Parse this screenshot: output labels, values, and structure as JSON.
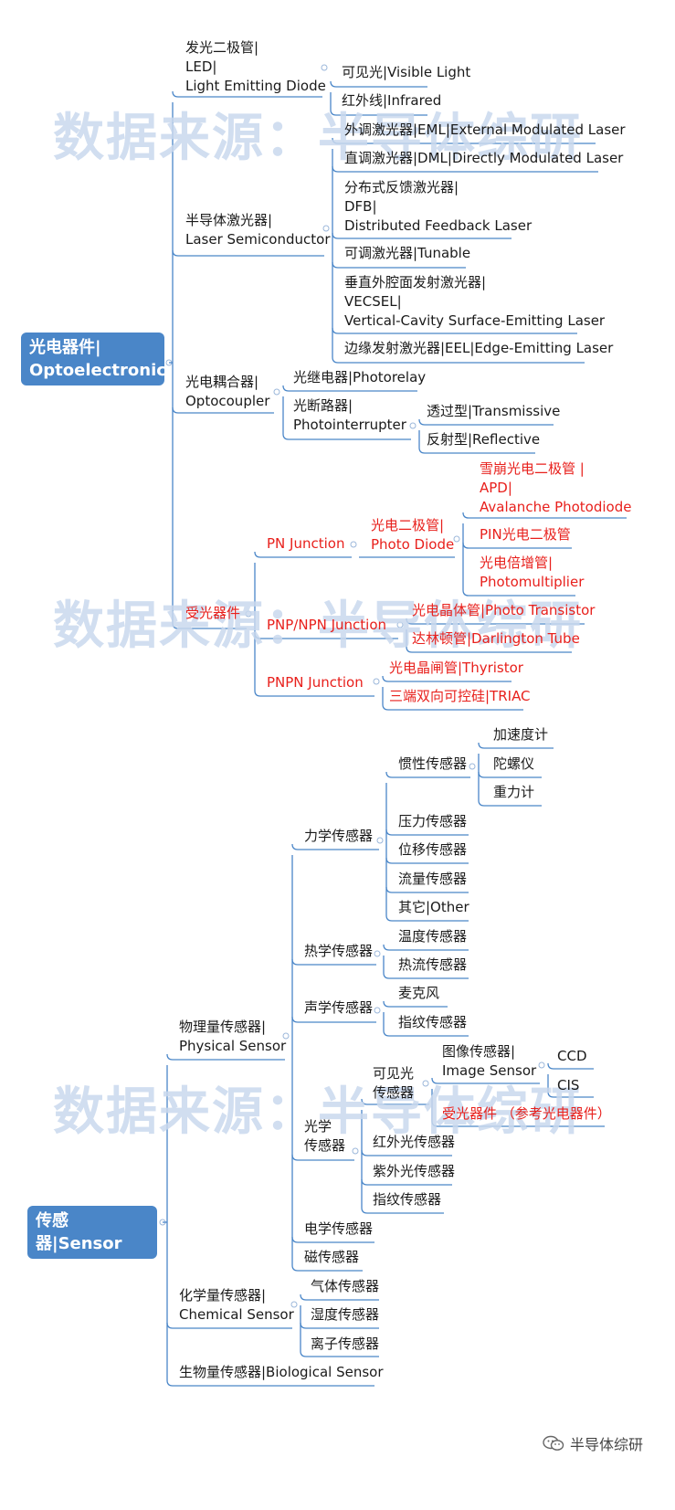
{
  "watermark": "数据来源：半导体综研",
  "footer": {
    "brand": "半导体综研",
    "icon": "wechat-icon"
  },
  "colors": {
    "root": "#4a86c8",
    "line": "#4a86c8",
    "red": "#e8201c",
    "text": "#1a1a1a"
  },
  "opto": {
    "root": "光电器件|\nOptoelectronic",
    "led": "发光二极管|\nLED|\nLight Emitting Diode",
    "visible": "可见光|Visible Light",
    "infrared": "红外线|Infrared",
    "laser": "半导体激光器|\nLaser Semiconductor",
    "eml": "外调激光器|EML|External Modulated Laser",
    "dml": "直调激光器|DML|Directly Modulated Laser",
    "dfb": "分布式反馈激光器|\nDFB|\nDistributed Feedback Laser",
    "tunable": "可调激光器|Tunable",
    "vcsel": "垂直外腔面发射激光器|\nVECSEL|\nVertical-Cavity Surface-Emitting Laser",
    "eel": "边缘发射激光器|EEL|Edge-Emitting Laser",
    "coupler": "光电耦合器|\nOptocoupler",
    "photorelay": "光继电器|Photorelay",
    "interrupter": "光断路器|\nPhotointerrupter",
    "transmissive": "透过型|Transmissive",
    "reflective": "反射型|Reflective",
    "receiver": "受光器件",
    "pn": "PN Junction",
    "photodiode": "光电二极管|\nPhoto Diode",
    "apd": "雪崩光电二极管 |\nAPD|\nAvalanche Photodiode",
    "pin": "PIN光电二极管",
    "pmt": "光电倍增管|\nPhotomultiplier",
    "pnp": "PNP/NPN Junction",
    "phototransistor": "光电晶体管|Photo Transistor",
    "darlington": "达林顿管|Darlington Tube",
    "pnpn": "PNPN Junction",
    "thyristor": "光电晶闸管|Thyristor",
    "triac": "三端双向可控硅|TRIAC"
  },
  "sensor": {
    "root": "传感器|Sensor",
    "physical": "物理量传感器|\nPhysical Sensor",
    "mech": "力学传感器",
    "inertial": "惯性传感器",
    "accel": "加速度计",
    "gyro": "陀螺仪",
    "gravity": "重力计",
    "pressure": "压力传感器",
    "displacement": "位移传感器",
    "flow": "流量传感器",
    "other": "其它|Other",
    "thermal": "热学传感器",
    "temp": "温度传感器",
    "heatflow": "热流传感器",
    "acoustic": "声学传感器",
    "mic": "麦克风",
    "finger1": "指纹传感器",
    "optical": "光学\n传感器",
    "vislight": "可见光\n传感器",
    "image": "图像传感器|\nImage Sensor",
    "ccd": "CCD",
    "cis": "CIS",
    "recv": "受光器件 （参考光电器件）",
    "ir": "红外光传感器",
    "uv": "紫外光传感器",
    "finger2": "指纹传感器",
    "electric": "电学传感器",
    "magnetic": "磁传感器",
    "chemical": "化学量传感器|\nChemical Sensor",
    "gas": "气体传感器",
    "humidity": "湿度传感器",
    "ion": "离子传感器",
    "bio": "生物量传感器|Biological Sensor"
  }
}
